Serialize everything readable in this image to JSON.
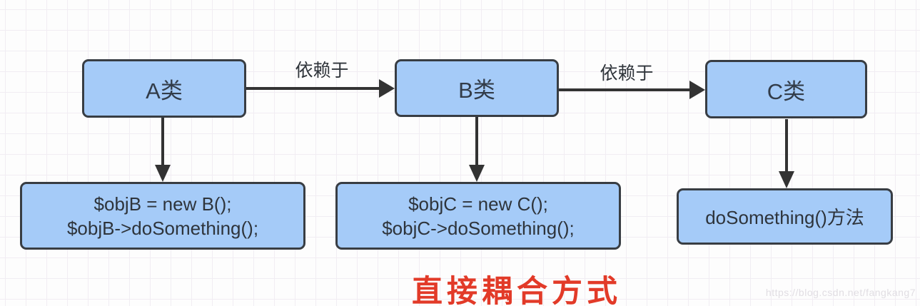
{
  "diagram": {
    "title": "直接耦合方式",
    "watermark": "https://blog.csdn.net/fangkang7",
    "nodes": {
      "class_a": "A类",
      "class_b": "B类",
      "class_c": "C类",
      "code_b_line1": "$objB = new B();",
      "code_b_line2": "$objB->doSomething();",
      "code_c_line1": "$objC = new C();",
      "code_c_line2": "$objC->doSomething();",
      "method_c": "doSomething()方法"
    },
    "edges": {
      "a_to_b_label": "依赖于",
      "b_to_c_label": "依赖于"
    },
    "colors": {
      "node_fill": "#a5cbf8",
      "node_border": "#383d43",
      "node_text": "#2e343b",
      "arrow": "#333333",
      "title": "#e23a28",
      "grid_line": "#f1edf3",
      "background": "#fdfdfd",
      "watermark_text": "#e1dee3"
    }
  }
}
